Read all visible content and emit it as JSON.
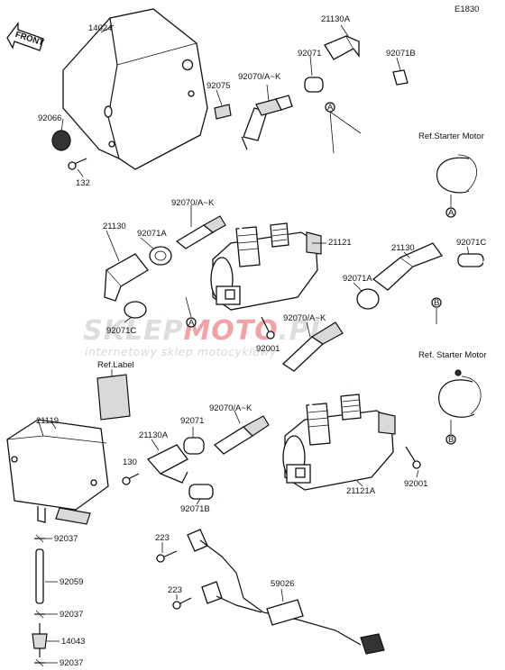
{
  "figure_code": "E1830",
  "front_arrow_label": "FRONT",
  "watermark": {
    "brand": "SKLEPMOTO.PL",
    "tagline": "internetowy sklep motocyklowy",
    "accent_color": "#e0303a"
  },
  "parts": [
    {
      "id": "14024"
    },
    {
      "id": "92075"
    },
    {
      "id": "92066"
    },
    {
      "id": "132"
    },
    {
      "id": "92071"
    },
    {
      "id": "21130A"
    },
    {
      "id": "92071B"
    },
    {
      "id": "92070/A~K"
    },
    {
      "id": "21121"
    },
    {
      "id": "92070/A~K"
    },
    {
      "id": "92071A"
    },
    {
      "id": "21130"
    },
    {
      "id": "92071C"
    },
    {
      "id": "21130"
    },
    {
      "id": "92071C"
    },
    {
      "id": "92071A"
    },
    {
      "id": "92070/A~K"
    },
    {
      "id": "92001"
    },
    {
      "id": "92070/A~K"
    },
    {
      "id": "92071"
    },
    {
      "id": "21130A"
    },
    {
      "id": "130"
    },
    {
      "id": "92071B"
    },
    {
      "id": "21121A"
    },
    {
      "id": "92001"
    },
    {
      "id": "21119"
    },
    {
      "id": "92037"
    },
    {
      "id": "92059"
    },
    {
      "id": "92037"
    },
    {
      "id": "14043"
    },
    {
      "id": "92037"
    },
    {
      "id": "223"
    },
    {
      "id": "223"
    },
    {
      "id": "59026"
    }
  ],
  "references": {
    "label": "Ref.Label",
    "starter_motor_a": "Ref.Starter Motor",
    "starter_motor_b": "Ref. Starter Motor"
  },
  "callouts": {
    "a": "A",
    "b": "B"
  }
}
